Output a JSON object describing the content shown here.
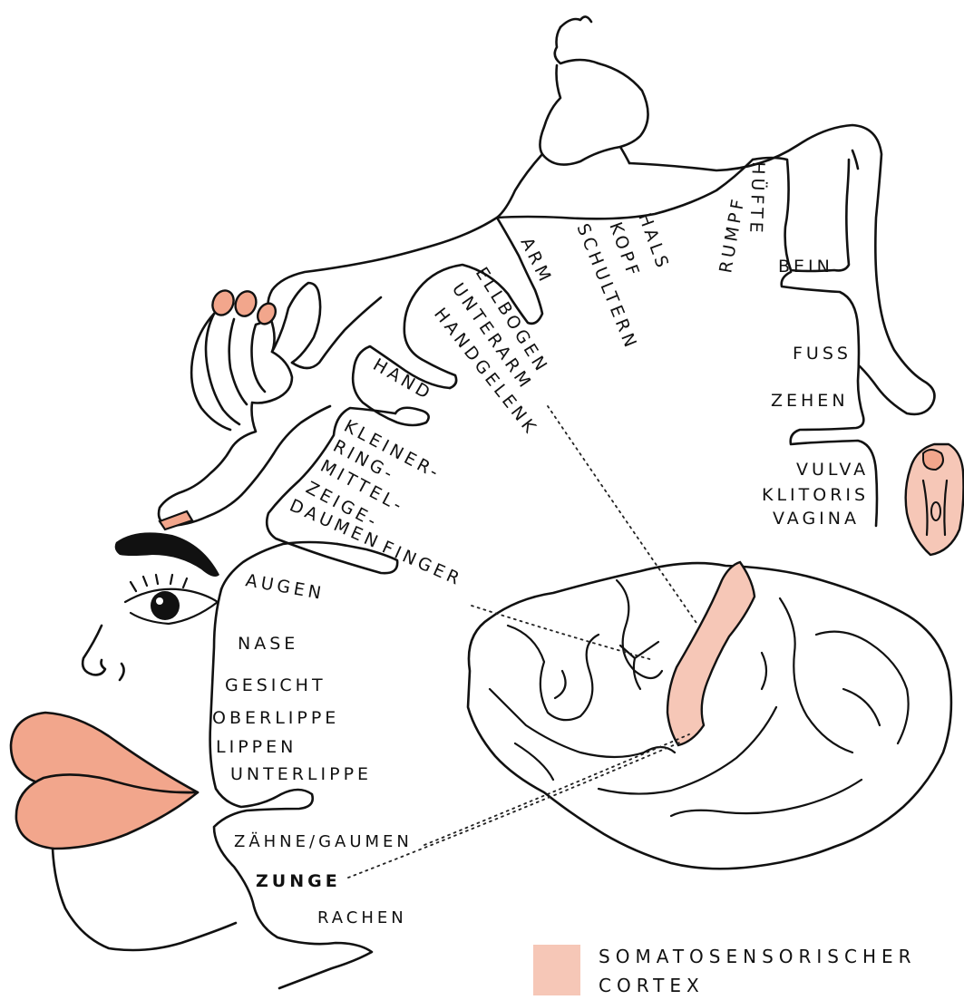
{
  "colors": {
    "accent": "#f6c7b7",
    "lips": "#f2a68c",
    "ink": "#111111"
  },
  "labels": {
    "hals": "HALS",
    "kopf": "KOPF",
    "schultern": "SCHULTERN",
    "arm": "ARM",
    "rumpf": "RUMPF",
    "huefte": "HÜFTE",
    "bein": "BEIN",
    "ellbogen": "ELLBOGEN",
    "unterarm": "UNTERARM",
    "handgelenk": "HANDGELENK",
    "hand": "HAND",
    "kleiner": "KLEINER-",
    "ring": "RING-",
    "mittel": "MITTEL-",
    "zeige": "ZEIGE-",
    "daumen": "DAUMEN",
    "finger": "FINGER",
    "fuss": "FUSS",
    "zehen": "ZEHEN",
    "vulva": "VULVA",
    "klitoris": "KLITORIS",
    "vagina": "VAGINA",
    "augen": "AUGEN",
    "nase": "NASE",
    "gesicht": "GESICHT",
    "oberlippe": "OBERLIPPE",
    "lippen": "LIPPEN",
    "unterlippe": "UNTERLIPPE",
    "zaehne": "ZÄHNE/GAUMEN",
    "zunge": "ZUNGE",
    "rachen": "RACHEN"
  },
  "legend": {
    "line1": "SOMATOSENSORISCHER",
    "line2": "CORTEX"
  }
}
